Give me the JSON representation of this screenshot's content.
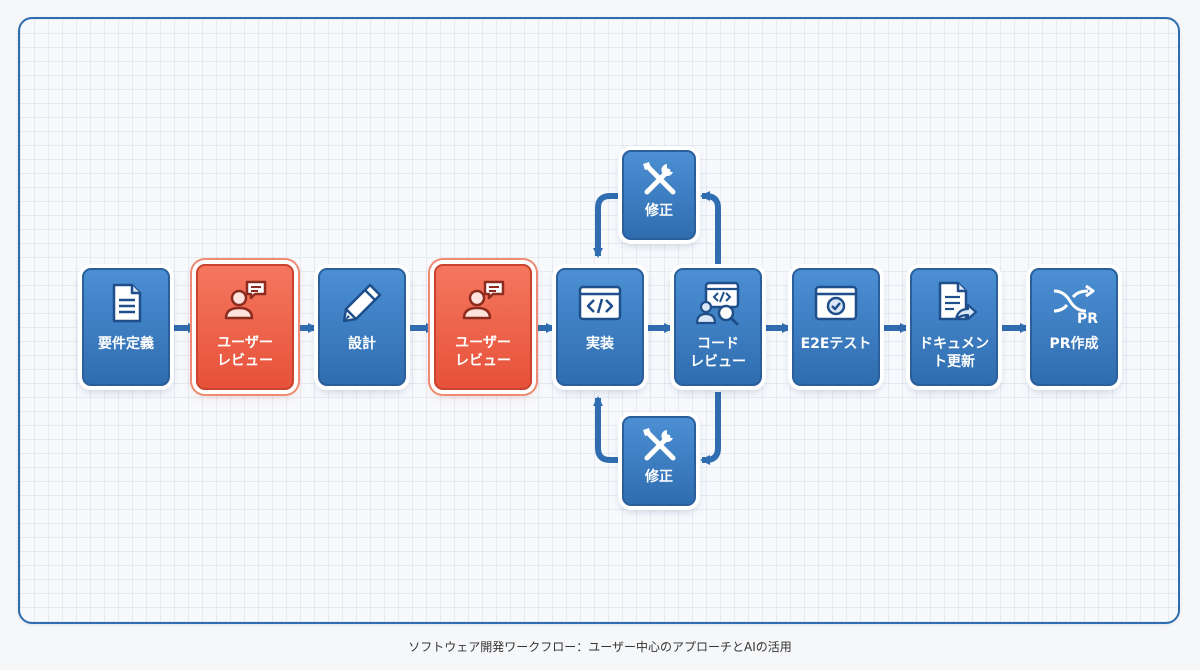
{
  "diagram": {
    "nodes": {
      "requirements": {
        "label": "要件定義",
        "icon": "document-icon"
      },
      "user_review_1": {
        "label": "ユーザー\nレビュー",
        "icon": "user-chat-icon"
      },
      "design": {
        "label": "設計",
        "icon": "pencil-icon"
      },
      "user_review_2": {
        "label": "ユーザー\nレビュー",
        "icon": "user-chat-icon"
      },
      "implementation": {
        "label": "実装",
        "icon": "code-window-icon"
      },
      "code_review": {
        "label": "コード\nレビュー",
        "icon": "code-review-icon"
      },
      "e2e_test": {
        "label": "E2Eテスト",
        "icon": "check-window-icon"
      },
      "doc_update": {
        "label": "ドキュメン\nト更新",
        "icon": "document-share-icon"
      },
      "pr_create": {
        "label": "PR作成",
        "icon": "pr-merge-icon"
      },
      "fix_top": {
        "label": "修正",
        "icon": "tools-icon"
      },
      "fix_bottom": {
        "label": "修正",
        "icon": "tools-icon"
      }
    },
    "edges": [
      {
        "from": "requirements",
        "to": "user_review_1"
      },
      {
        "from": "user_review_1",
        "to": "design"
      },
      {
        "from": "design",
        "to": "user_review_2"
      },
      {
        "from": "user_review_2",
        "to": "implementation"
      },
      {
        "from": "implementation",
        "to": "code_review"
      },
      {
        "from": "code_review",
        "to": "e2e_test"
      },
      {
        "from": "e2e_test",
        "to": "doc_update"
      },
      {
        "from": "doc_update",
        "to": "pr_create"
      },
      {
        "from": "code_review",
        "to": "fix_top"
      },
      {
        "from": "fix_top",
        "to": "implementation"
      },
      {
        "from": "code_review",
        "to": "fix_bottom"
      },
      {
        "from": "fix_bottom",
        "to": "implementation"
      }
    ],
    "colors": {
      "process_blue": "#2f6db0",
      "user_review_orange": "#e7513a",
      "arrow": "#2f6db0",
      "frame_border": "#2f6db0"
    }
  },
  "caption": "ソフトウェア開発ワークフロー：ユーザー中心のアプローチとAIの活用"
}
